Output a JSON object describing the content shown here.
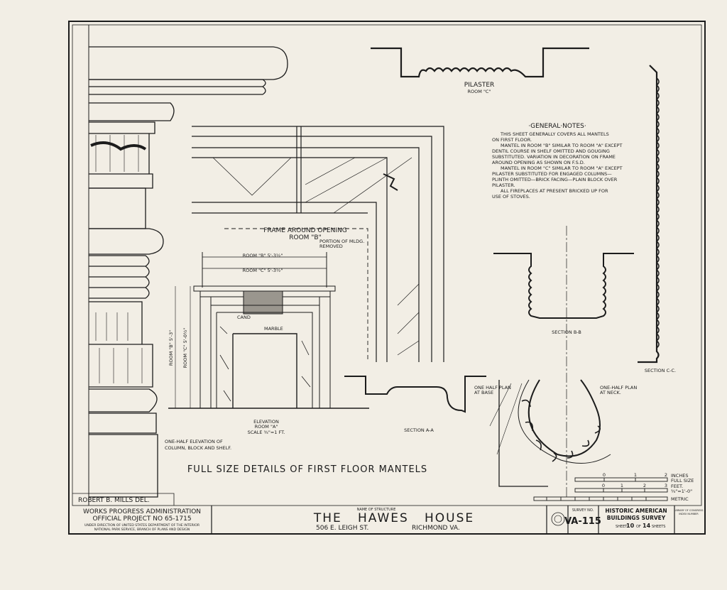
{
  "sheet_title": "FULL SIZE DETAILS OF FIRST FLOOR MANTELS",
  "labels": {
    "pilaster": "PILASTER",
    "pilaster_room": "ROOM \"C\"",
    "frame": "FRAME AROUND OPENING",
    "frame_room": "ROOM \"B\"",
    "portion_removed_1": "PORTION OF MLDG.",
    "portion_removed_2": "REMOVED",
    "dim_room_b": "ROOM \"B\" 5'-3½\"",
    "dim_room_c": "ROOM \"C\" 5'-3½\"",
    "dim_height_b": "ROOM \"B\" 5'-3\"",
    "dim_height_c": "ROOM \"C\" 5'-0½\"",
    "marble": "MARBLE",
    "cand": "CAND",
    "elevation": "ELEVATION",
    "elevation_room": "ROOM \"A\"",
    "elevation_scale": "SCALE ¾\"=1 FT.",
    "half_elev_1": "ONE-HALF ELEVATION OF",
    "half_elev_2": "COLUMN, BLOCK AND SHELF.",
    "section_aa": "SECTION A-A",
    "section_bb": "SECTION B-B",
    "section_cc": "SECTION C-C.",
    "plan_base_1": "ONE HALF PLAN",
    "plan_base_2": "AT BASE",
    "plan_neck_1": "ONE-HALF PLAN",
    "plan_neck_2": "AT NECK.",
    "delineator": "ROBERT B. MILLS   DEL."
  },
  "notes": {
    "title": "·GENERAL·NOTES·",
    "lines": [
      "THIS SHEET GENERALLY COVERS ALL MANTELS",
      "ON FIRST FLOOR.",
      "MANTEL IN ROOM \"B\" SIMILAR TO ROOM \"A\" EXCEPT",
      "DENTIL COURSE IN SHELF OMITTED AND GOUGING",
      "SUBSTITUTED. VARIATION IN DECORATION ON FRAME",
      "AROUND OPENING AS SHOWN ON F.S.D.",
      "MANTEL IN ROOM \"C\" SIMILAR TO ROOM \"A\" EXCEPT",
      "PILASTER SUBSTITUTED FOR ENGAGED COLUMNS—",
      "PLINTH OMITTED—BRICK FACING—PLAIN BLOCK OVER",
      "PILASTER.",
      "ALL FIREPLACES AT PRESENT BRICKED UP FOR",
      "USE OF STOVES."
    ]
  },
  "scales": {
    "inches": "INCHES",
    "full_size": "FULL SIZE",
    "feet": "FEET.",
    "feet_scale": "¾\"=1'-0\"",
    "metric": "METRIC",
    "inch_ticks": [
      "0",
      "1",
      "2"
    ],
    "feet_ticks": [
      "0",
      "1",
      "2",
      "3"
    ]
  },
  "title_block": {
    "wpa_1": "WORKS PROGRESS ADMINISTRATION",
    "wpa_2": "OFFICIAL PROJECT NO 65-1715",
    "wpa_3": "UNDER DIRECTION OF UNITED STATES DEPARTMENT OF THE INTERIOR",
    "wpa_4": "NATIONAL PARK SERVICE, BRANCH OF PLANS AND DESIGN",
    "name_label": "NAME OF STRUCTURE",
    "name": "THE   HAWES   HOUSE",
    "address": "506 E. LEIGH ST.",
    "city": "RICHMOND VA.",
    "survey_label": "SURVEY NO.",
    "survey_no": "VA-115",
    "habs_1": "HISTORIC AMERICAN",
    "habs_2": "BUILDINGS SURVEY",
    "sheet_prefix": "SHEET",
    "sheet_no": "10",
    "sheet_of": "OF",
    "sheet_total": "14",
    "sheet_suffix": "SHEETS",
    "library_1": "LIBRARY OF CONGRESS",
    "library_2": "INDEX NUMBER"
  }
}
